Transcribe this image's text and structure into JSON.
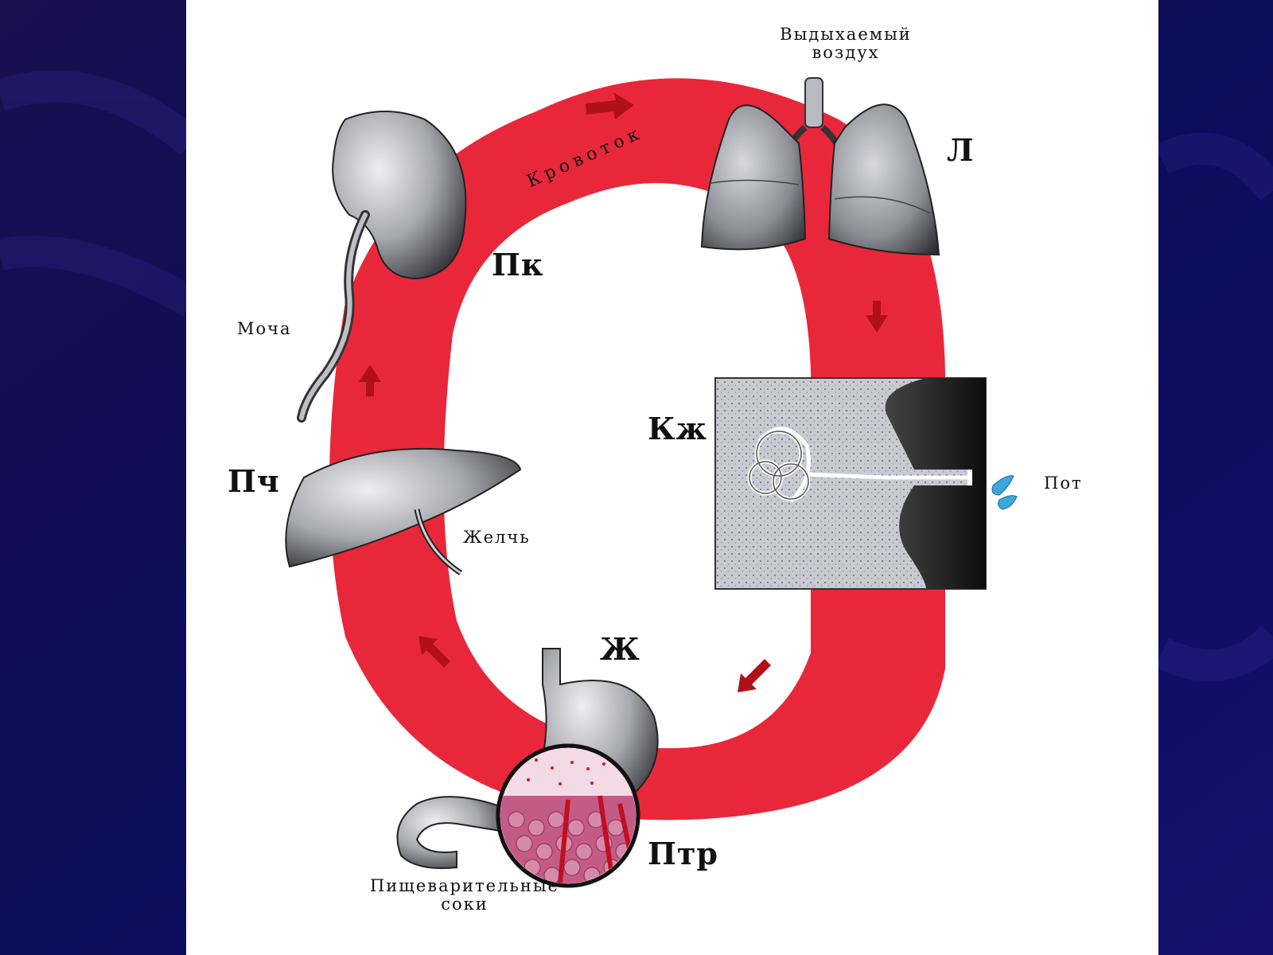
{
  "colors": {
    "background": "#0b0c4a",
    "slide": "#ffffff",
    "blood_flow": "#e8283a",
    "arrow": "#b01018",
    "organ": "#8f8f96",
    "sweat_drop": "#3aa8d8"
  },
  "labels": {
    "exhaled_air_line1": "Выдыхаемый",
    "exhaled_air_line2": "воздух",
    "lungs": "Л",
    "blood_flow": "Кровоток",
    "kidney": "Пк",
    "urine": "Моча",
    "skin": "Кж",
    "sweat": "Пот",
    "liver": "Пч",
    "bile": "Желчь",
    "stomach": "Ж",
    "intestine": "Птр",
    "digestive_juices_line1": "Пищеварительные",
    "digestive_juices_line2": "соки"
  },
  "icons": [
    "lungs-icon",
    "kidney-icon",
    "liver-icon",
    "stomach-icon",
    "skin-section-icon",
    "sweat-drop-icon",
    "flow-arrow-icon"
  ]
}
